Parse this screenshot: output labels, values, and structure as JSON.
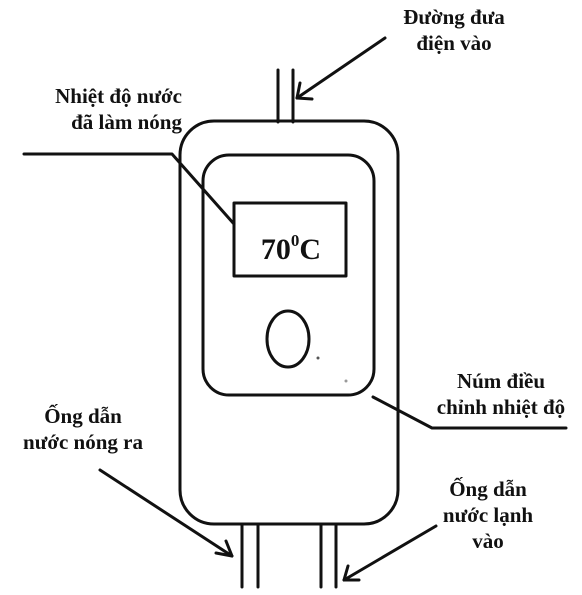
{
  "labels": {
    "power_line": [
      "Đường đưa",
      "điện vào"
    ],
    "water_temp": [
      "Nhiệt độ nước",
      "đã làm nóng"
    ],
    "knob": [
      "Núm điều",
      "chỉnh nhiệt độ"
    ],
    "hot_outlet": [
      "Ống dẫn",
      "nước nóng ra"
    ],
    "cold_inlet": [
      "Ống dẫn",
      "nước lạnh",
      "vào"
    ]
  },
  "display": {
    "value": "70",
    "degree": "0",
    "unit": "C"
  }
}
